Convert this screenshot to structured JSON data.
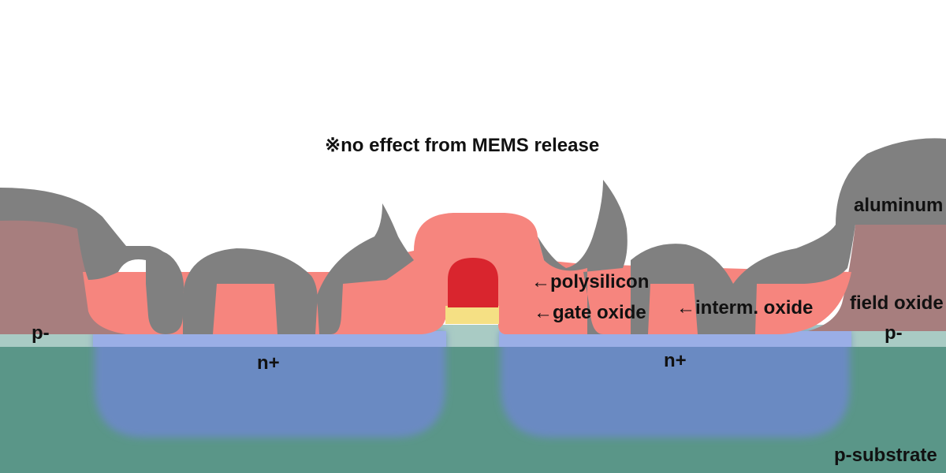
{
  "note": "※no effect from MEMS release",
  "layers": {
    "aluminum": "aluminum",
    "field_oxide": "field oxide",
    "polysilicon": "←polysilicon",
    "gate_oxide": "←gate oxide",
    "interm_oxide": "←interm. oxide",
    "p_minus_left": "p-",
    "p_minus_right": "p-",
    "n_plus_left": "n+",
    "n_plus_right": "n+",
    "p_substrate": "p-substrate"
  },
  "colors": {
    "substrate": "#5a9688",
    "p_well": "#a9cbc4",
    "n_plus": "#6a8ac2",
    "n_plus_surface": "#9aaee6",
    "field_oxide": "#a77e7e",
    "interm_oxide": "#f6857e",
    "polysilicon": "#d9252e",
    "gate_oxide": "#f5e084",
    "aluminum": "#808080"
  }
}
